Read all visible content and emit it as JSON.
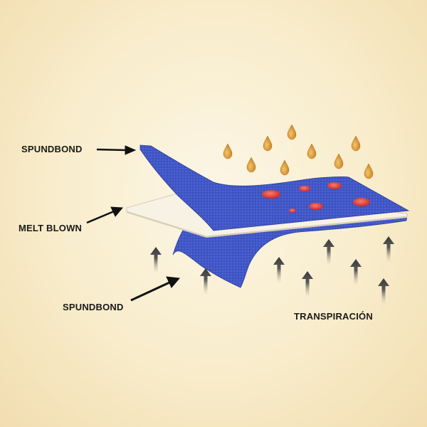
{
  "labels": {
    "spundbond_top": "SPUNDBOND",
    "melt_blown": "MELT BLOWN",
    "spundbond_bottom": "SPUNDBOND",
    "transpiracion": "TRANSPIRACIÓN"
  },
  "layers": [
    {
      "name": "SPUNDBOND",
      "position": "top"
    },
    {
      "name": "MELT BLOWN",
      "position": "middle"
    },
    {
      "name": "SPUNDBOND",
      "position": "bottom"
    }
  ],
  "colors": {
    "background": "#f8ecca",
    "spunbond_fabric": "#3e55c6",
    "meltblown_layer": "#f8f2e4",
    "droplet": "#d9962e",
    "absorbed_drop": "#d93a3a",
    "vapor_arrow": "#4a4a4a",
    "pointer_arrow": "#111111"
  },
  "icons": {
    "droplet": "water-drop-icon",
    "vapor": "vapor-arrow-icon",
    "pointer": "pointer-arrow-icon"
  }
}
